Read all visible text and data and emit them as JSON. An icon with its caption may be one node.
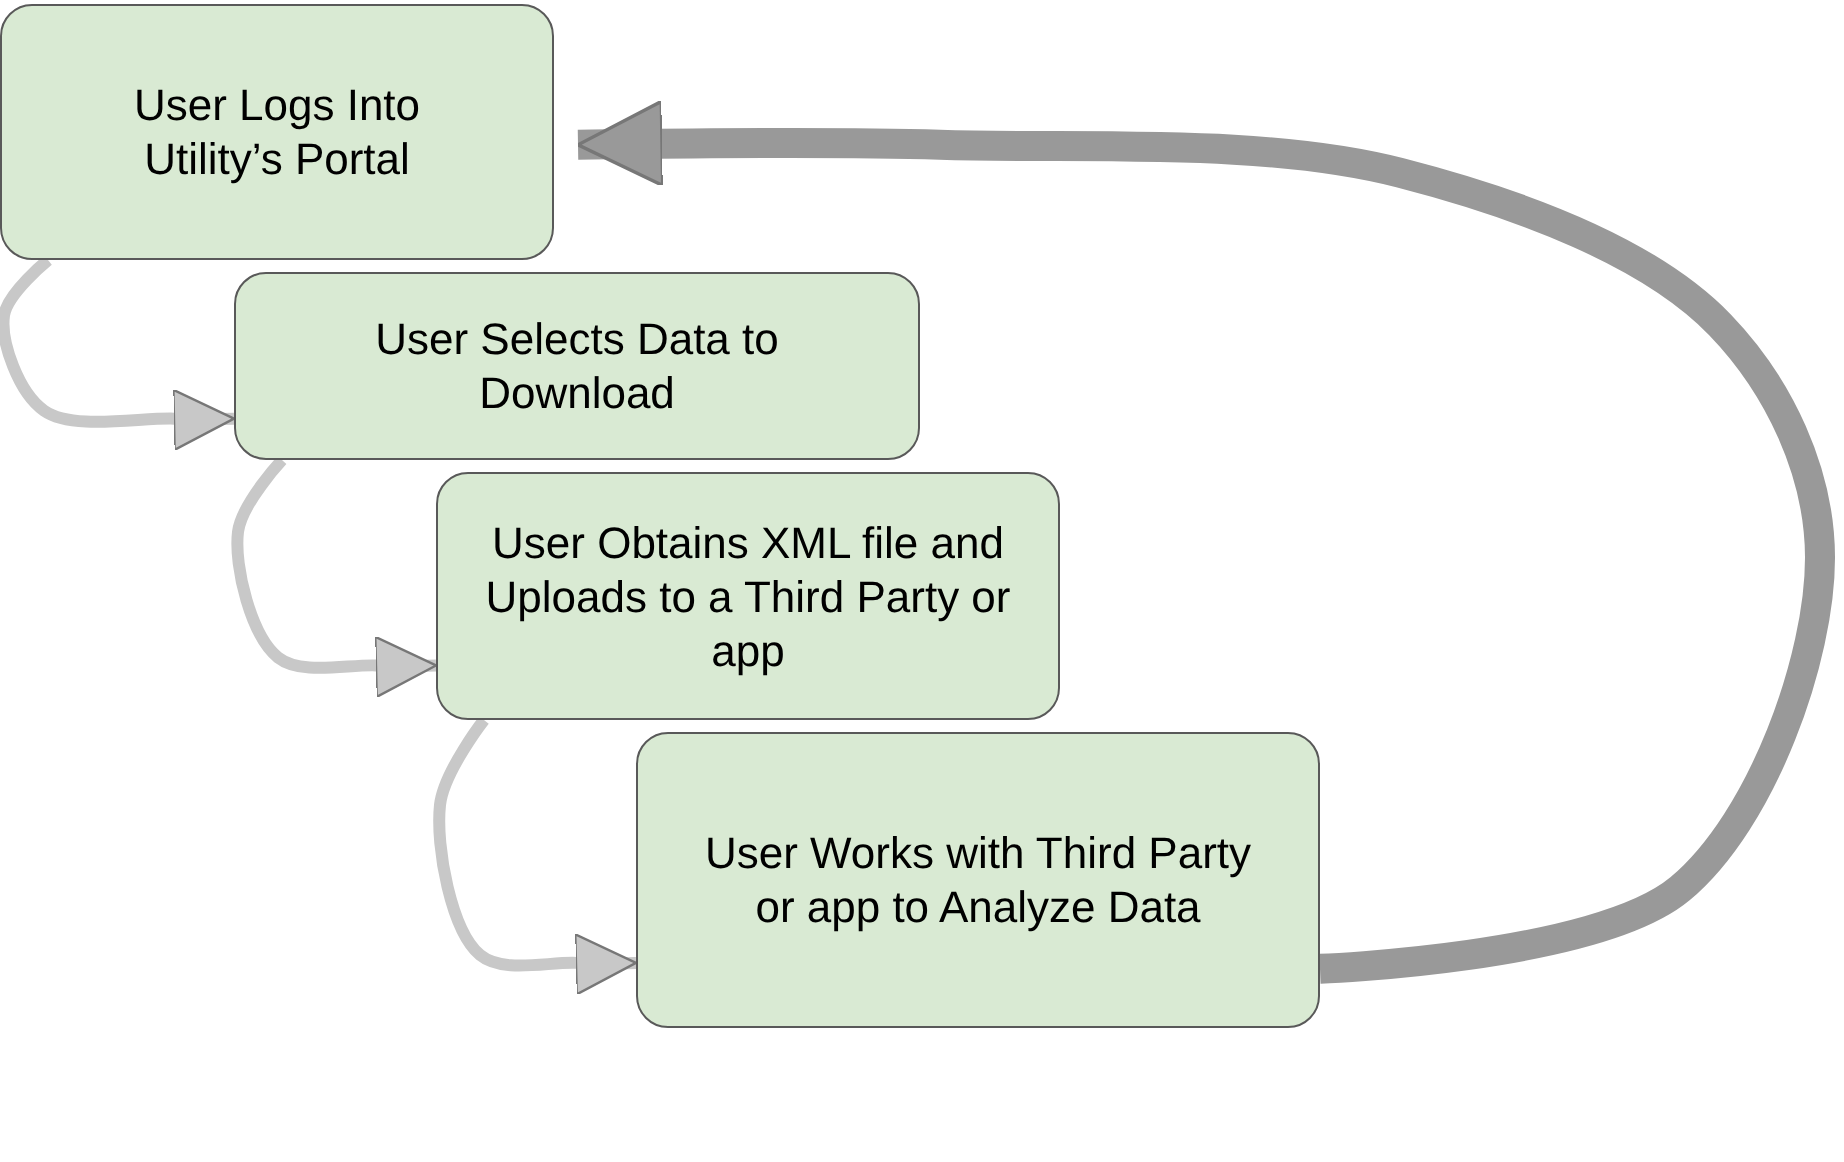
{
  "diagram": {
    "nodes": [
      {
        "text": [
          "User Logs Into Utility’s Portal"
        ]
      },
      {
        "text": [
          "User Selects Data to Download"
        ]
      },
      {
        "text": [
          "User Obtains XML file and Uploads to a Third Party or app"
        ]
      },
      {
        "text": [
          "User Works with Third Party or app to Analyze Data"
        ]
      }
    ],
    "edges": [
      {
        "from": 0,
        "to": 1,
        "arrow": "to"
      },
      {
        "from": 1,
        "to": 2,
        "arrow": "to"
      },
      {
        "from": 2,
        "to": 3,
        "arrow": "to"
      },
      {
        "from": 3,
        "to": 0,
        "arrow": "to",
        "style": "thick",
        "color": "#999999"
      }
    ]
  }
}
